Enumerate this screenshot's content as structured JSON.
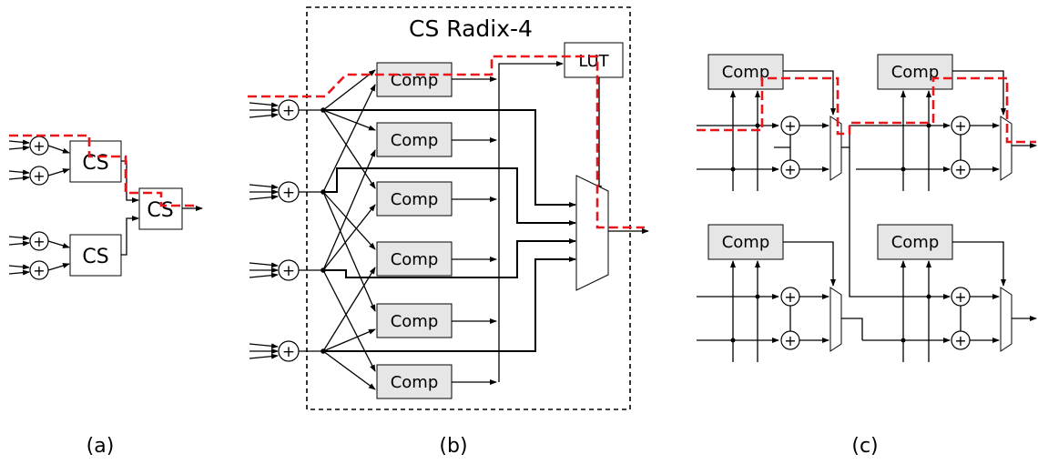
{
  "diagram": {
    "captions": {
      "a": "(a)",
      "b": "(b)",
      "c": "(c)"
    },
    "labels": {
      "cs": "CS",
      "cs_radix4": "CS Radix-4",
      "comp": "Comp",
      "lut": "LUT",
      "adder_symbol": "+"
    },
    "colors": {
      "critical_path": "#e8151b",
      "comp_fill": "#e6e6e6",
      "wire": "#000000"
    }
  }
}
